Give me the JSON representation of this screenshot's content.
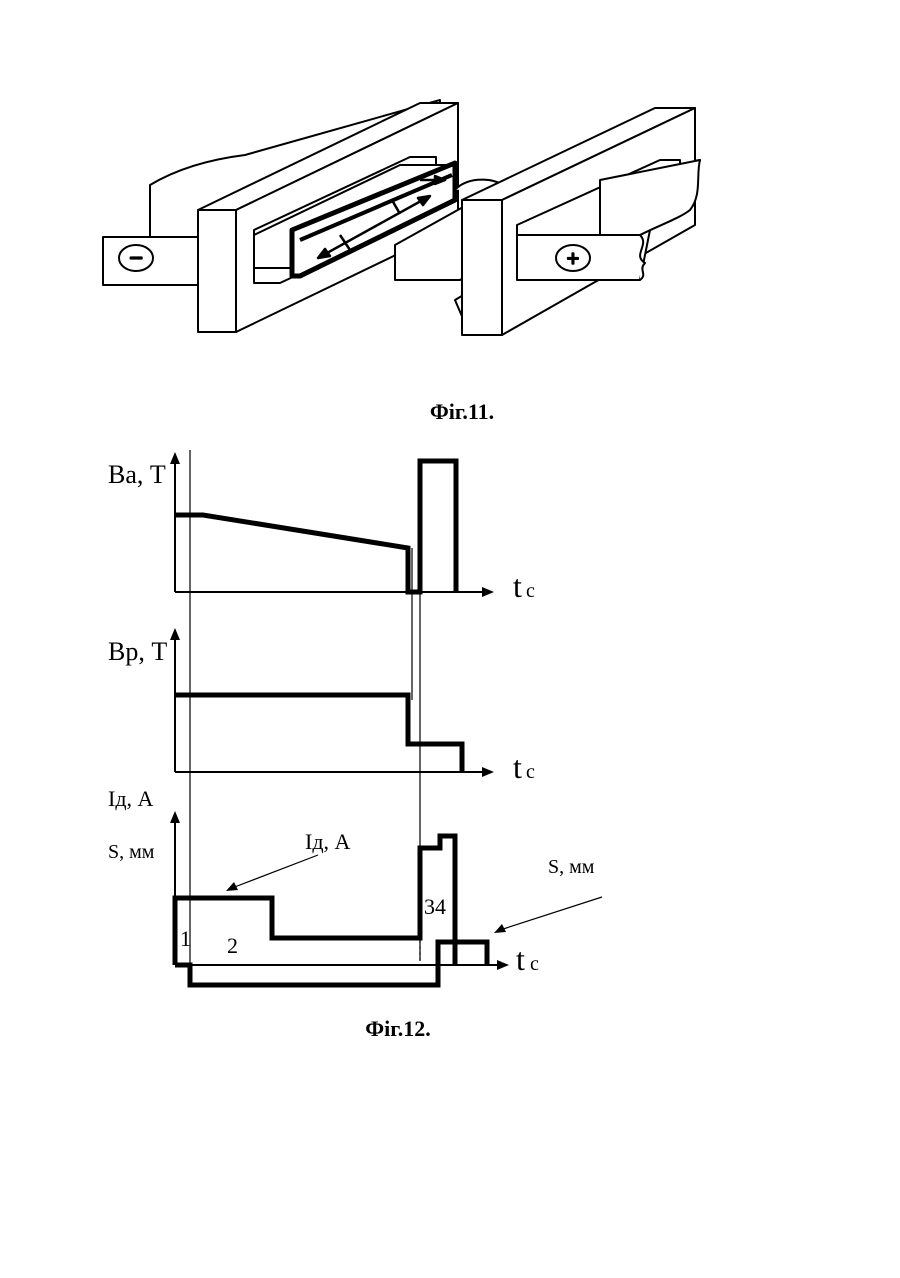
{
  "fig11": {
    "caption": "Фіг.11.",
    "minus_sign": "−",
    "plus_sign": "+"
  },
  "fig12": {
    "caption": "Фіг.12.",
    "top": {
      "ylabel": "Ва, Т",
      "xlabel": "t",
      "xunit": "с"
    },
    "middle": {
      "ylabel": "Вр, Т",
      "xlabel": "t",
      "xunit": "с"
    },
    "bottom": {
      "ylabel_1": "Iд, А",
      "ylabel_2": "S, мм",
      "xlabel": "t",
      "xunit": "с",
      "annotation_current": "Iд, А",
      "annotation_stroke": "S, мм",
      "stages": [
        "1",
        "2",
        "34"
      ]
    }
  },
  "colors": {
    "ink": "#000000",
    "paper": "#ffffff"
  }
}
